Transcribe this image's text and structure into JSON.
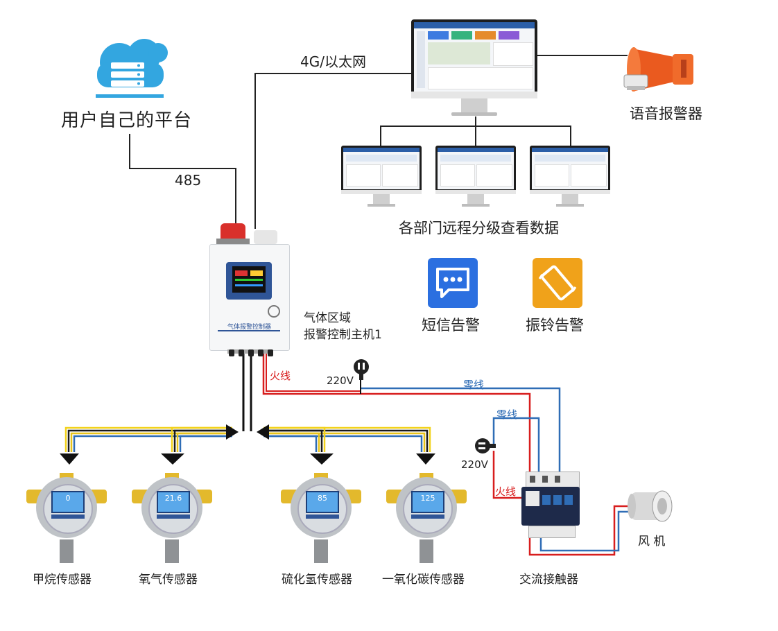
{
  "platform": {
    "label": "用户自己的平台"
  },
  "links": {
    "network": "4G/以太网",
    "rs485": "485"
  },
  "alarm_speaker": {
    "label": "语音报警器"
  },
  "monitors": {
    "caption": "各部门远程分级查看数据"
  },
  "controller": {
    "line1": "气体区域",
    "line2": "报警控制主机1",
    "panel_text": "气体报警控制器"
  },
  "alerts": {
    "sms_label": "短信告警",
    "vibrate_label": "振铃告警"
  },
  "power": {
    "live_top": "火线",
    "voltage_top": "220V",
    "neutral_top": "零线",
    "neutral_mid": "零线",
    "voltage_mid": "220V",
    "live_mid": "火线"
  },
  "sensors": [
    {
      "label": "甲烷传感器",
      "reading": "0"
    },
    {
      "label": "氧气传感器",
      "reading": "21.6"
    },
    {
      "label": "硫化氢传感器",
      "reading": "85"
    },
    {
      "label": "一氧化碳传感器",
      "reading": "125"
    }
  ],
  "contactor": {
    "label": "交流接触器"
  },
  "fan": {
    "label": "风 机"
  },
  "colors": {
    "live": "#d81e1e",
    "neutral": "#2f6db6",
    "sms_bg": "#2b6fe0",
    "vibrate_bg": "#f0a21a",
    "speaker": "#ea5a1f"
  }
}
